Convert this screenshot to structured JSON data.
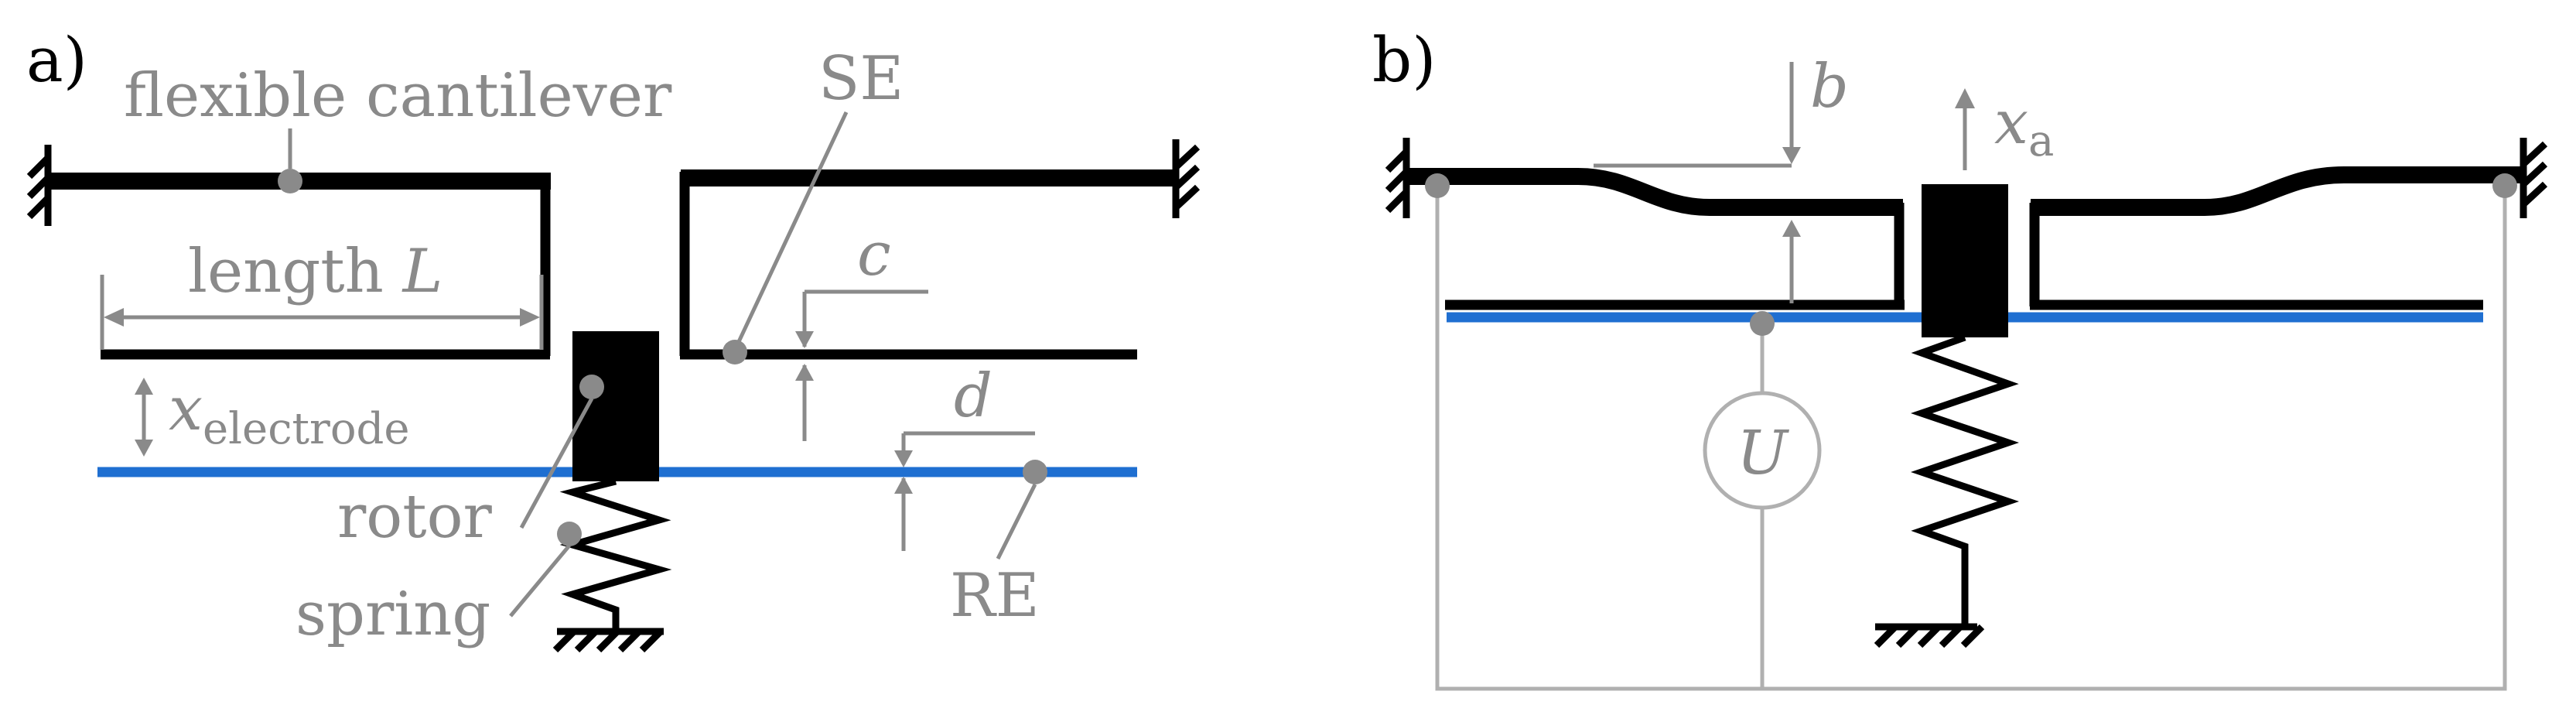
{
  "colors": {
    "structure": "#000000",
    "annotation": "#8a8a8a",
    "electrode": "#1f6fd1",
    "circuit": "#b0b0b0",
    "marker": "#8a8a8a"
  },
  "panel_a": {
    "label": "a)",
    "cantilever_label": "flexible cantilever",
    "se_label": "SE",
    "length_label": "length",
    "length_var": "L",
    "c_label": "c",
    "d_label": "d",
    "x_var": "x",
    "x_sub": "electrode",
    "rotor_label": "rotor",
    "spring_label": "spring",
    "re_label": "RE"
  },
  "panel_b": {
    "label": "b)",
    "b_label": "b",
    "xa_var": "x",
    "xa_sub": "a",
    "u_label": "U"
  }
}
